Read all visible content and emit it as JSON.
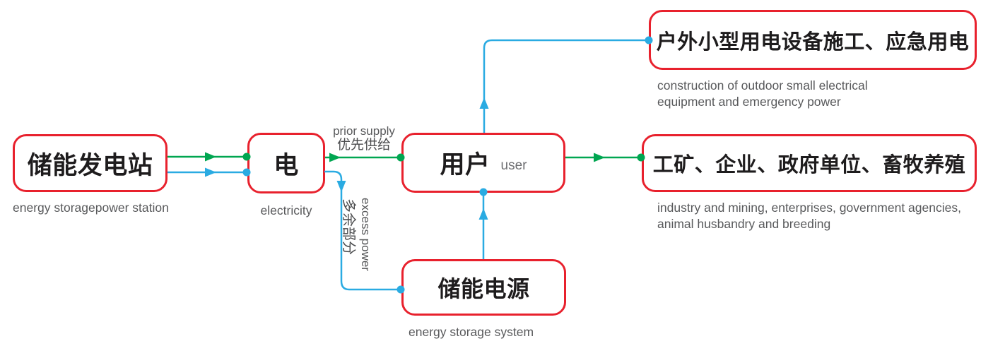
{
  "diagram": {
    "title": "energy storage power station flow diagram",
    "colors": {
      "box_border": "#e8212d",
      "flow_green": "#00a651",
      "flow_blue": "#2aabe2",
      "label_text": "#1e1c1d",
      "caption_text": "#58595b"
    },
    "nodes": {
      "station": {
        "label": "储能发电站",
        "caption": "energy storagepower station"
      },
      "electricity": {
        "label": "电",
        "caption": "electricity"
      },
      "user": {
        "label": "用户",
        "sublabel": "user"
      },
      "storage": {
        "label": "储能电源",
        "caption": "energy storage system"
      },
      "outdoor": {
        "label": "户外小型用电设备施工、应急用电",
        "caption_line1": "construction of outdoor small electrical",
        "caption_line2": "equipment and emergency power"
      },
      "industry": {
        "label": "工矿、企业、政府单位、畜牧养殖",
        "caption_line1": "industry and mining, enterprises, government agencies,",
        "caption_line2": "animal husbandry and breeding"
      }
    },
    "edges": {
      "prior_supply": {
        "label_en": "prior supply",
        "label_zh": "优先供给"
      },
      "excess_power": {
        "label_en": "excess power",
        "label_zh": "多余部分"
      }
    }
  }
}
